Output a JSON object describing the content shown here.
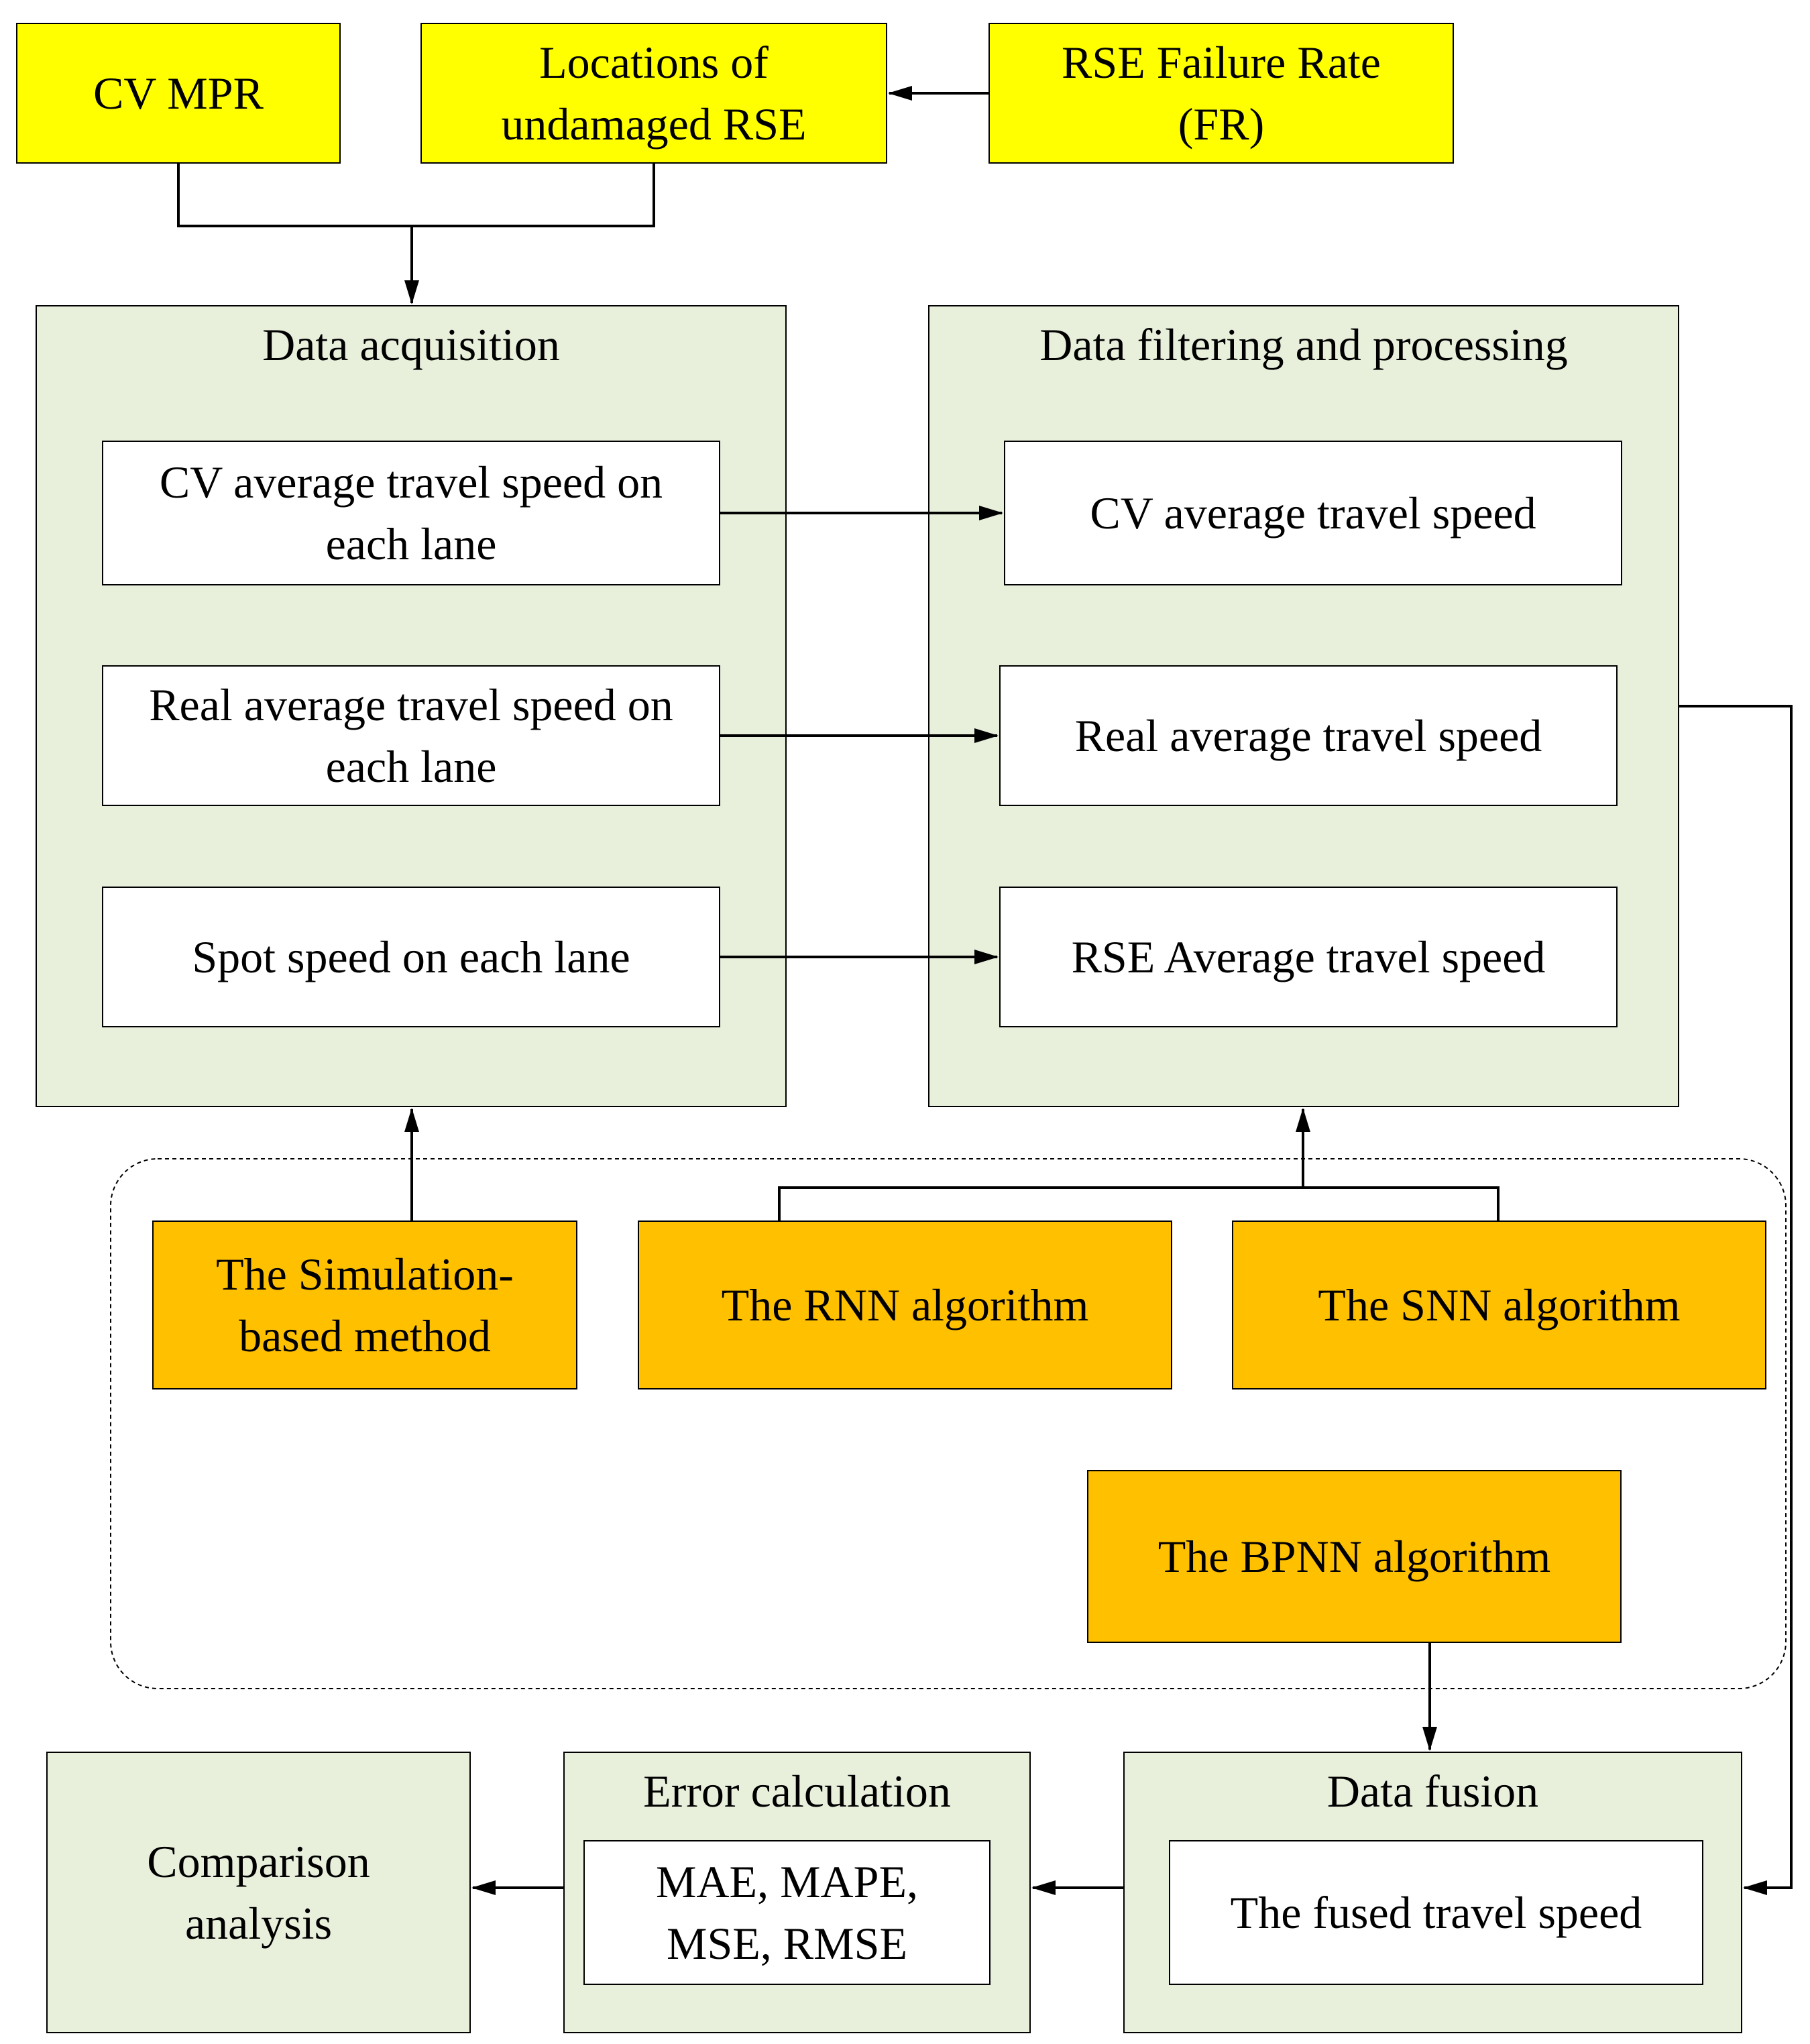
{
  "inputs": {
    "cv_mpr": "CV MPR",
    "locations": "Locations of\nundamaged RSE",
    "failure_rate": "RSE Failure Rate\n(FR)"
  },
  "acquisition": {
    "title": "Data acquisition",
    "items": [
      "CV average travel speed on\neach lane",
      "Real average travel speed on\neach lane",
      "Spot speed on each lane"
    ]
  },
  "filtering": {
    "title": "Data filtering and processing",
    "items": [
      "CV average travel speed",
      "Real average travel speed",
      "RSE Average travel speed"
    ]
  },
  "methods": {
    "simulation": "The Simulation-\nbased method",
    "rnn": "The RNN algorithm",
    "snn": "The SNN algorithm",
    "bpnn": "The BPNN algorithm"
  },
  "comparison": {
    "title": "Comparison\nanalysis"
  },
  "error": {
    "title": "Error calculation",
    "metrics": "MAE, MAPE,\nMSE, RMSE"
  },
  "fusion": {
    "title": "Data fusion",
    "result": "The fused travel speed"
  },
  "colors": {
    "input": "#ffff00",
    "method": "#ffc000",
    "panel": "#e8f0dc"
  }
}
